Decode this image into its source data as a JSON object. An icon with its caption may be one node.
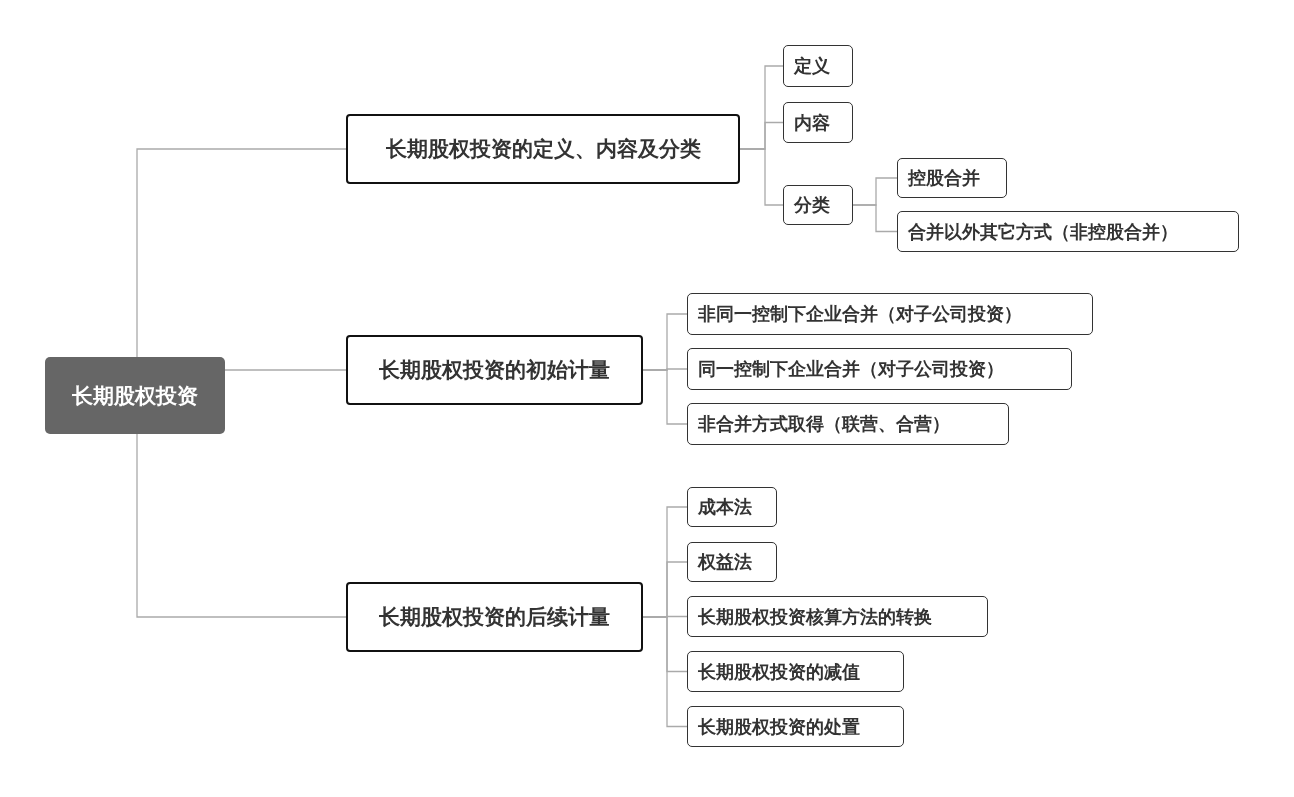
{
  "diagram": {
    "nodes": [
      {
        "text": [
          "长期股权投资"
        ]
      },
      {
        "text": [
          "长期股权投资的定义、内容及分类"
        ]
      },
      {
        "text": [
          "定义"
        ]
      },
      {
        "text": [
          "内容"
        ]
      },
      {
        "text": [
          "分类"
        ]
      },
      {
        "text": [
          "控股合并"
        ]
      },
      {
        "text": [
          "合并以外其它方式（非控股合并）"
        ]
      },
      {
        "text": [
          "长期股权投资的初始计量"
        ]
      },
      {
        "text": [
          "非同一控制下企业合并（对子公司投资）"
        ]
      },
      {
        "text": [
          "同一控制下企业合并（对子公司投资）"
        ]
      },
      {
        "text": [
          "非合并方式取得（联营、合营）"
        ]
      },
      {
        "text": [
          "长期股权投资的后续计量"
        ]
      },
      {
        "text": [
          "成本法"
        ]
      },
      {
        "text": [
          "权益法"
        ]
      },
      {
        "text": [
          "长期股权投资核算方法的转换"
        ]
      },
      {
        "text": [
          "长期股权投资的减值"
        ]
      },
      {
        "text": [
          "长期股权投资的处置"
        ]
      }
    ],
    "edges": [
      {
        "from": 0,
        "to": 1,
        "arrow": "none"
      },
      {
        "from": 0,
        "to": 7,
        "arrow": "none"
      },
      {
        "from": 0,
        "to": 11,
        "arrow": "none"
      },
      {
        "from": 1,
        "to": 2,
        "arrow": "none"
      },
      {
        "from": 1,
        "to": 3,
        "arrow": "none"
      },
      {
        "from": 1,
        "to": 4,
        "arrow": "none"
      },
      {
        "from": 4,
        "to": 5,
        "arrow": "none"
      },
      {
        "from": 4,
        "to": 6,
        "arrow": "none"
      },
      {
        "from": 7,
        "to": 8,
        "arrow": "none"
      },
      {
        "from": 7,
        "to": 9,
        "arrow": "none"
      },
      {
        "from": 7,
        "to": 10,
        "arrow": "none"
      },
      {
        "from": 11,
        "to": 12,
        "arrow": "none"
      },
      {
        "from": 11,
        "to": 13,
        "arrow": "none"
      },
      {
        "from": 11,
        "to": 14,
        "arrow": "none"
      },
      {
        "from": 11,
        "to": 15,
        "arrow": "none"
      },
      {
        "from": 11,
        "to": 16,
        "arrow": "none"
      }
    ]
  }
}
